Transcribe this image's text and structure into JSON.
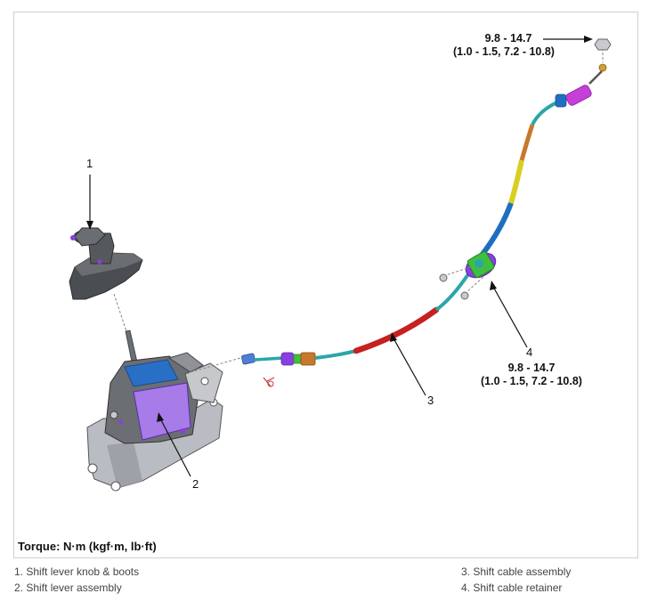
{
  "callouts": {
    "c1": "1",
    "c2": "2",
    "c3": "3",
    "c4": "4"
  },
  "torque_specs": {
    "top_line1": "9.8 - 14.7",
    "top_line2": "(1.0 - 1.5, 7.2 - 10.8)",
    "retainer_line1": "9.8 - 14.7",
    "retainer_line2": "(1.0 - 1.5, 7.2 - 10.8)"
  },
  "torque_unit_label": "Torque: N·m (kgf·m, lb·ft)",
  "legend": {
    "items": [
      "1. Shift lever knob & boots",
      "2. Shift lever assembly",
      "3. Shift cable assembly",
      "4. Shift cable retainer"
    ]
  },
  "colors": {
    "cable_teal": "#2aa6a8",
    "cable_red": "#c62020",
    "cable_blue": "#1f6fc0",
    "cable_yellow": "#d8d020",
    "cable_orange": "#c8782a",
    "bracket_purple": "#8a3fe0",
    "retainer_green": "#3fbf3f",
    "boot_gray": "#5f6266",
    "frame_border": "#cfcfcf"
  }
}
